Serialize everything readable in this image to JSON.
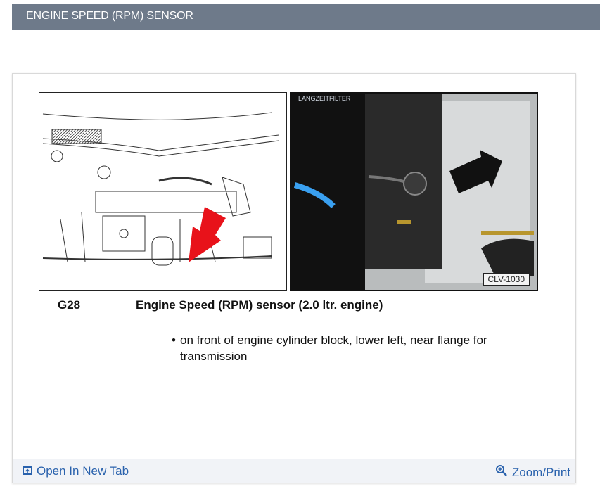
{
  "header": {
    "title": "ENGINE SPEED (RPM) SENSOR"
  },
  "figure": {
    "left_image": {
      "description": "Engine bay line drawing with red arrow",
      "arrow_color": "#e8121a"
    },
    "right_image": {
      "description": "Photo of sensor near oil filter with black arrow",
      "label": "CLV-1030"
    }
  },
  "caption": {
    "code": "G28",
    "title": "Engine Speed (RPM) sensor (2.0 ltr. engine)"
  },
  "bullets": [
    "on front of engine cylinder block, lower left, near flange for transmission"
  ],
  "footer": {
    "open_new_tab": "Open In New Tab",
    "zoom_print": "Zoom/Print",
    "link_color": "#2a62ad"
  },
  "colors": {
    "header_bg": "#6e7a8a",
    "footer_bg": "#f1f3f7"
  }
}
